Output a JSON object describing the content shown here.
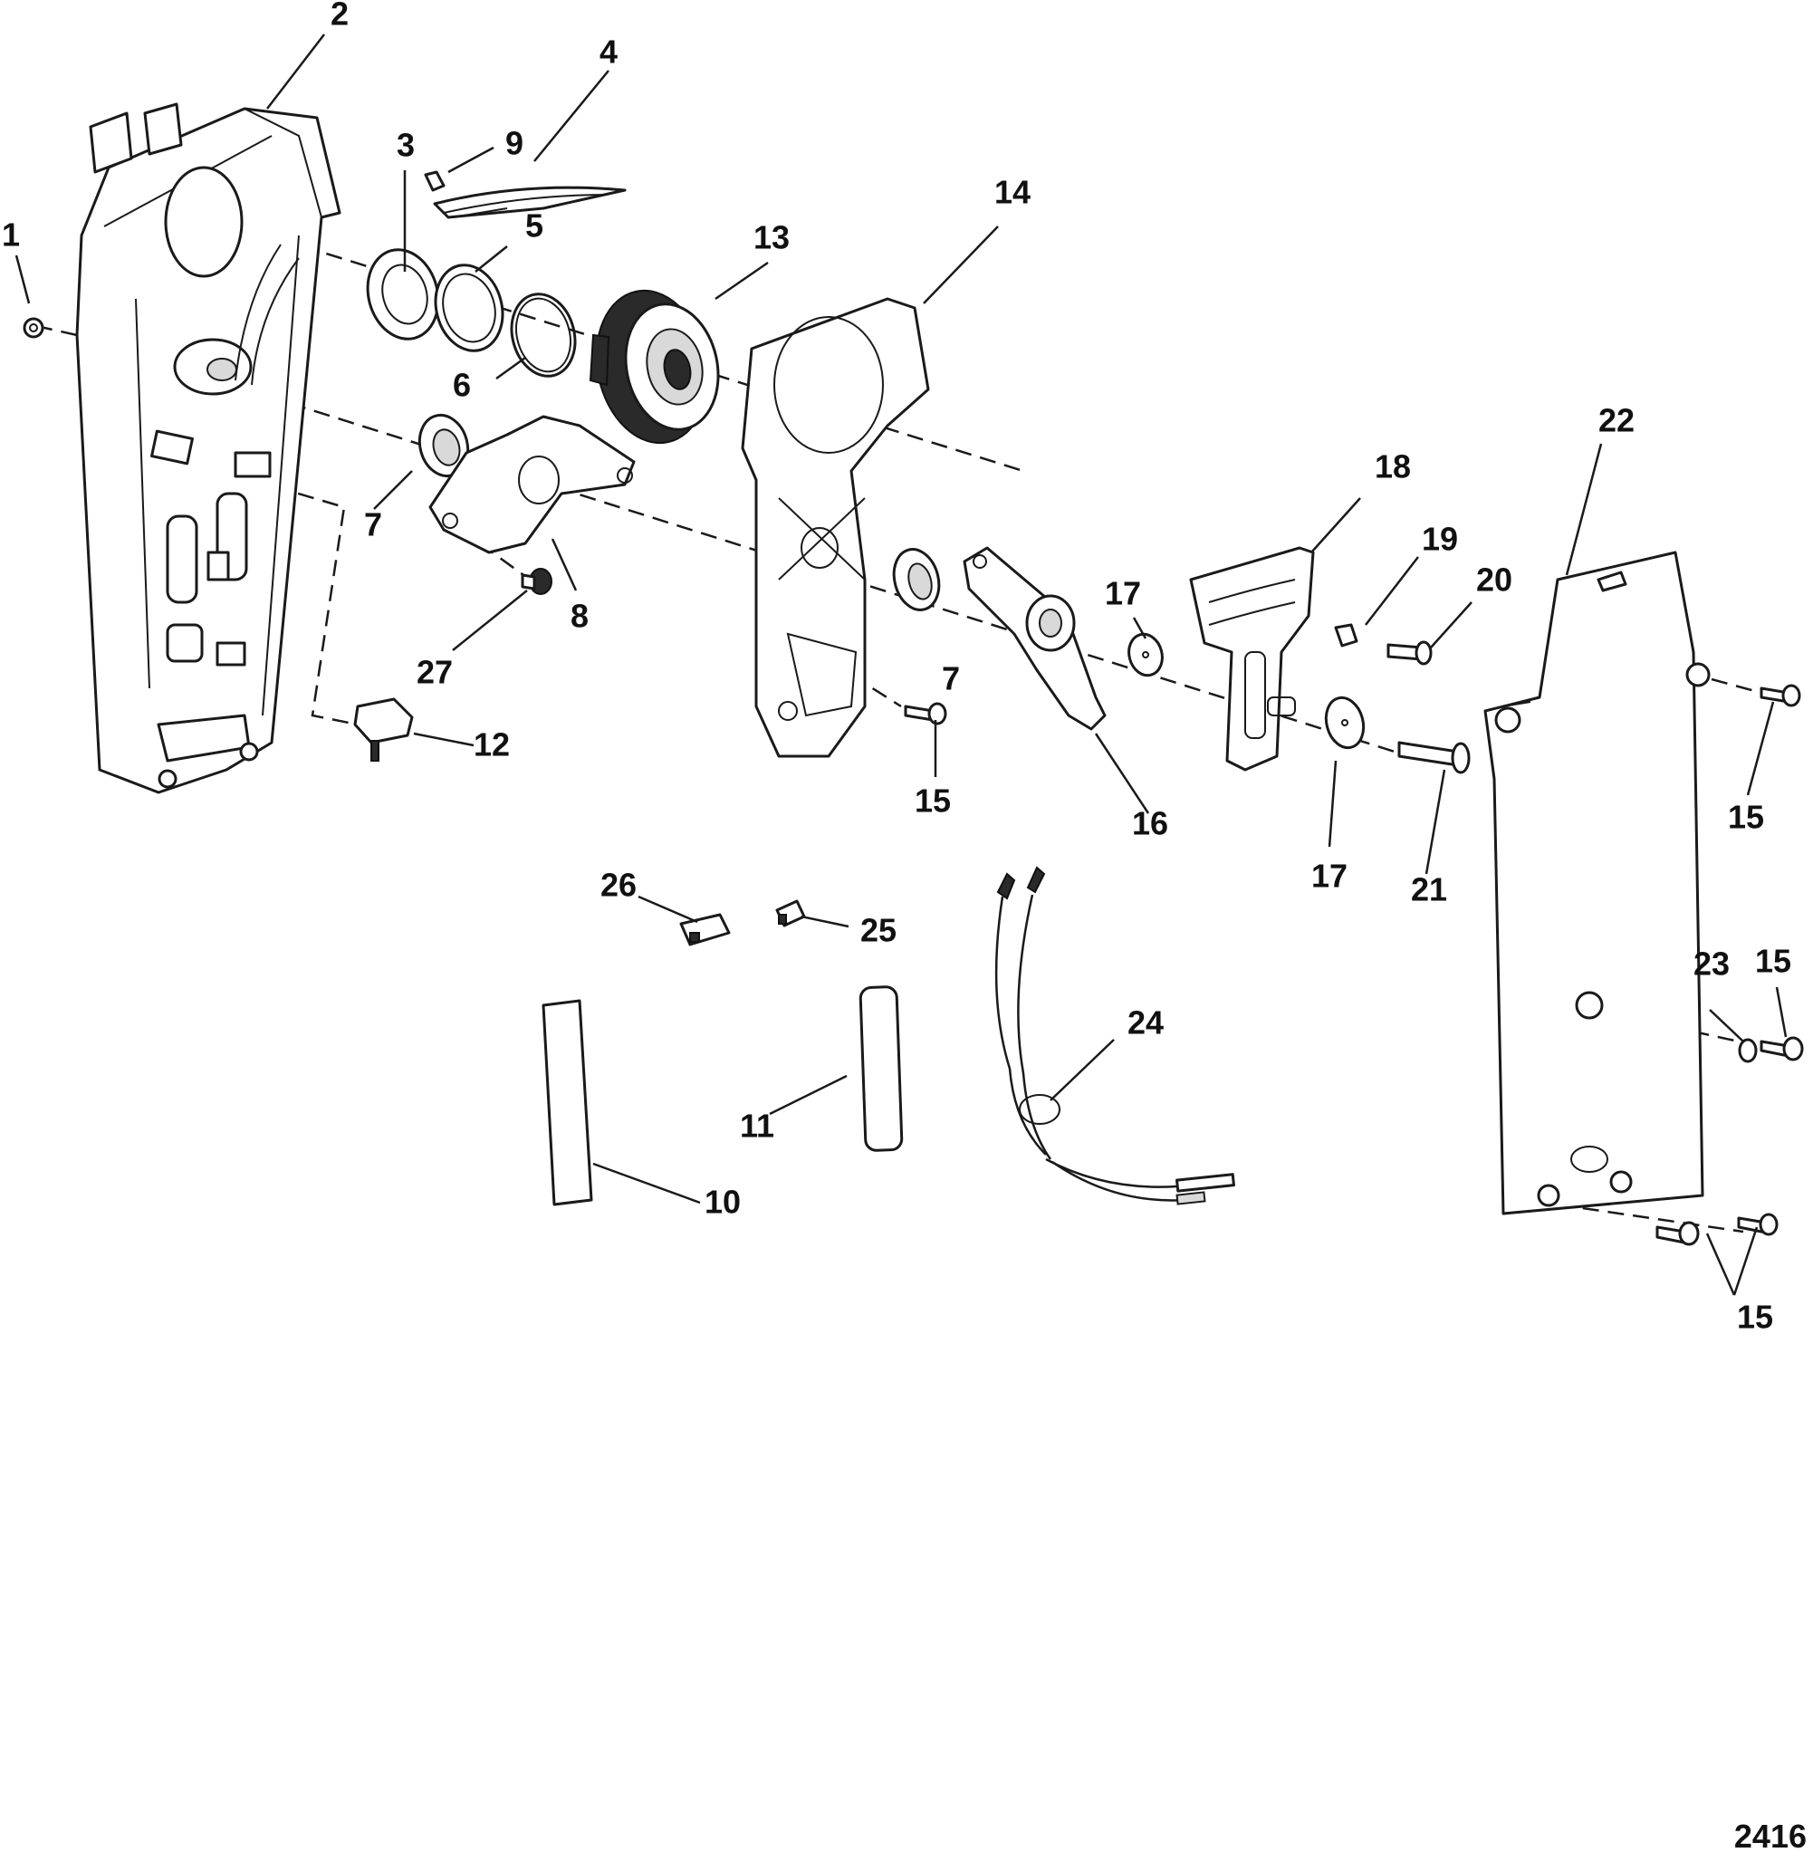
{
  "callouts": {
    "c1": "1",
    "c2": "2",
    "c3": "3",
    "c4": "4",
    "c5": "5",
    "c6": "6",
    "c7": "7",
    "c8": "8",
    "c9": "9",
    "c10": "10",
    "c11": "11",
    "c12": "12",
    "c13": "13",
    "c14": "14",
    "c15": "15",
    "c16": "16",
    "c17": "17",
    "c18": "18",
    "c19": "19",
    "c20": "20",
    "c21": "21",
    "c22": "22",
    "c23": "23",
    "c24": "24",
    "c25": "25",
    "c26": "26",
    "c27": "27"
  },
  "figure_number": "2416"
}
